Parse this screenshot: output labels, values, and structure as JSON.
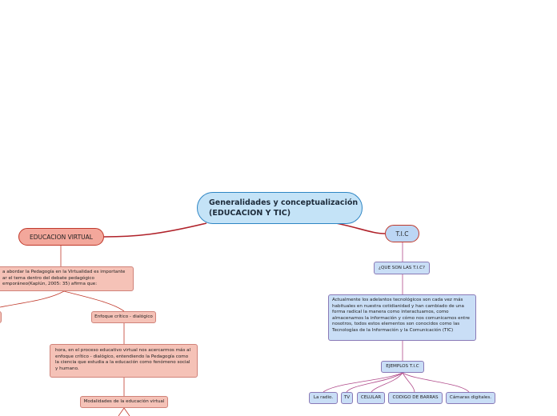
{
  "central_topic": {
    "line1": "Generalidades y conceptualización",
    "line2": "(EDUCACION Y TIC)"
  },
  "left_branch": {
    "title": "EDUCACION VIRTUAL",
    "intro_text": "a abordar la Pedagogía en la Virtualidad es importante ar el tema dentro del debate pedagógico emporáneo(Kaplún, 2005: 35) afirma que:",
    "approach": {
      "label": "Enfoque crítico - dialógico",
      "text": "hora, en el proceso educativo virtual nos acercarmos más al enfoque crítico - dialógico, entendiendo la Pedagogía como la ciencia que estudia a la educación como fenómeno social y humano."
    },
    "modalities": "Modalidades de la educación virtual"
  },
  "right_branch": {
    "title": "T.I.C",
    "question": "¿QUE SON LAS T.I.C?",
    "definition": "Actualmente los adelantos tecnológicos son cada vez más habituales en nuestra cotidianidad y han cambiado de una forma radical la manera como interactuamos, como almacenamos la información y cómo nos comunicamos entre nosotros, todos estos elementos son conocidos como las Tecnologías de la Información y la Comunicación (TIC)",
    "examples_label": "EJEMPLOS T.I.C",
    "examples": [
      "La radio.",
      "TV",
      "CELULAR",
      "CODIGO DE BARRAS",
      "Cámaras digitales."
    ]
  },
  "colors": {
    "central_fill": "#c4e3f7",
    "central_border": "#2f86c4",
    "topic_border": "#c0392b",
    "left_fill": "#f5c2b7",
    "right_fill": "#c9def6",
    "right_border": "#8a7ab7"
  }
}
